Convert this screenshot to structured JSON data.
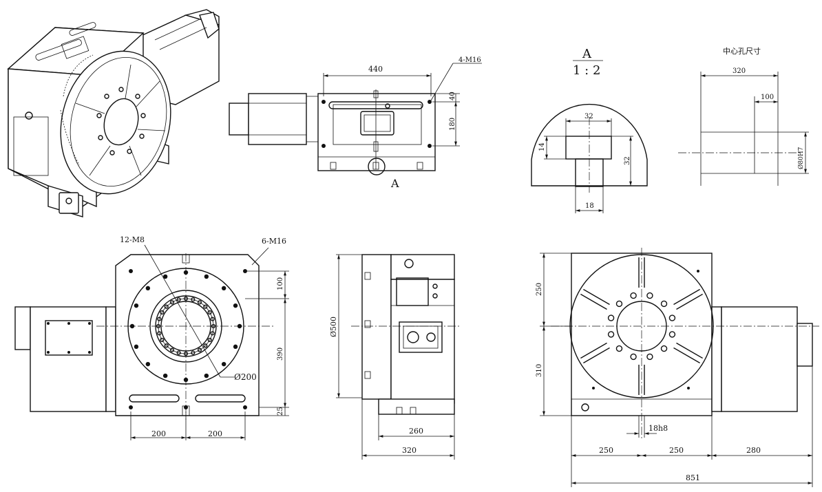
{
  "views": {
    "top_right_view": {
      "dim_440": "440",
      "dim_40": "40",
      "dim_180": "180",
      "callout_4m16": "4-M16",
      "section_marker": "A"
    },
    "detail_a": {
      "title": "A",
      "scale": "1 : 2",
      "dim_32_top": "32",
      "dim_14": "14",
      "dim_32_side": "32",
      "dim_18": "18"
    },
    "center_hole": {
      "title": "中心孔尺寸",
      "dim_320": "320",
      "dim_100": "100",
      "dim_dia": "Ø80H7"
    },
    "front_view": {
      "callout_12m8": "12-M8",
      "callout_6m16": "6-M16",
      "dim_100": "100",
      "dim_390": "390",
      "dim_25": "25",
      "dim_d200": "Ø200",
      "dim_200_left": "200",
      "dim_200_right": "200"
    },
    "side_view": {
      "dim_d500": "Ø500",
      "dim_260": "260",
      "dim_320": "320"
    },
    "table_view": {
      "dim_250_v": "250",
      "dim_310_v": "310",
      "dim_18h8": "18h8",
      "dim_250_a": "250",
      "dim_250_b": "250",
      "dim_280": "280",
      "dim_851": "851"
    }
  }
}
